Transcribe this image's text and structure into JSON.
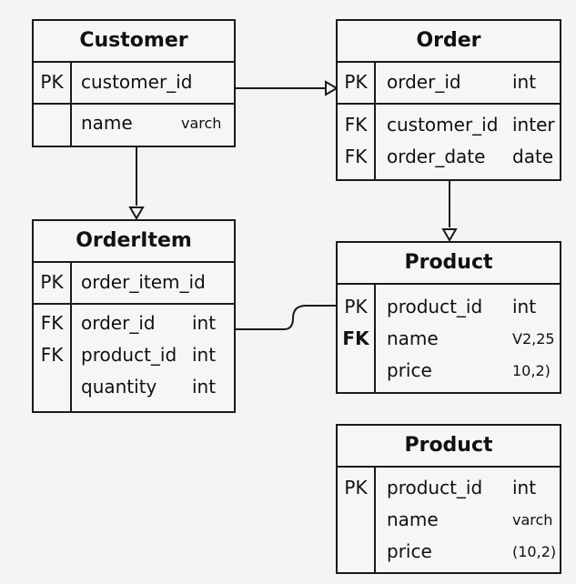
{
  "entities": [
    {
      "title": "Customer",
      "sections": [
        [
          {
            "key": "PK",
            "name": "customer_id",
            "type": ""
          }
        ],
        [
          {
            "key": "",
            "name": "name",
            "type": "varch"
          }
        ]
      ]
    },
    {
      "title": "Order",
      "sections": [
        [
          {
            "key": "PK",
            "name": "order_id",
            "type": "int"
          }
        ],
        [
          {
            "key": "FK",
            "name": "customer_id",
            "type": "inter"
          },
          {
            "key": "FK",
            "name": "order_date",
            "type": "date"
          }
        ]
      ]
    },
    {
      "title": "OrderItem",
      "sections": [
        [
          {
            "key": "PK",
            "name": "order_item_id",
            "type": ""
          }
        ],
        [
          {
            "key": "FK",
            "name": "order_id",
            "type": "int"
          },
          {
            "key": "FK",
            "name": "product_id",
            "type": "int"
          },
          {
            "key": "",
            "name": "quantity",
            "type": "int"
          }
        ]
      ]
    },
    {
      "title": "Product",
      "sections": [
        [
          {
            "key": "PK",
            "name": "product_id",
            "type": "int"
          },
          {
            "key": "FK",
            "name": "name",
            "type": "V2,25"
          },
          {
            "key": "",
            "name": "price",
            "type": "10,2)"
          }
        ]
      ]
    },
    {
      "title": "Product",
      "sections": [
        [
          {
            "key": "PK",
            "name": "product_id",
            "type": "int"
          },
          {
            "key": "",
            "name": "name",
            "type": "varch"
          },
          {
            "key": "",
            "name": "price",
            "type": "(10,2)"
          }
        ]
      ]
    }
  ]
}
